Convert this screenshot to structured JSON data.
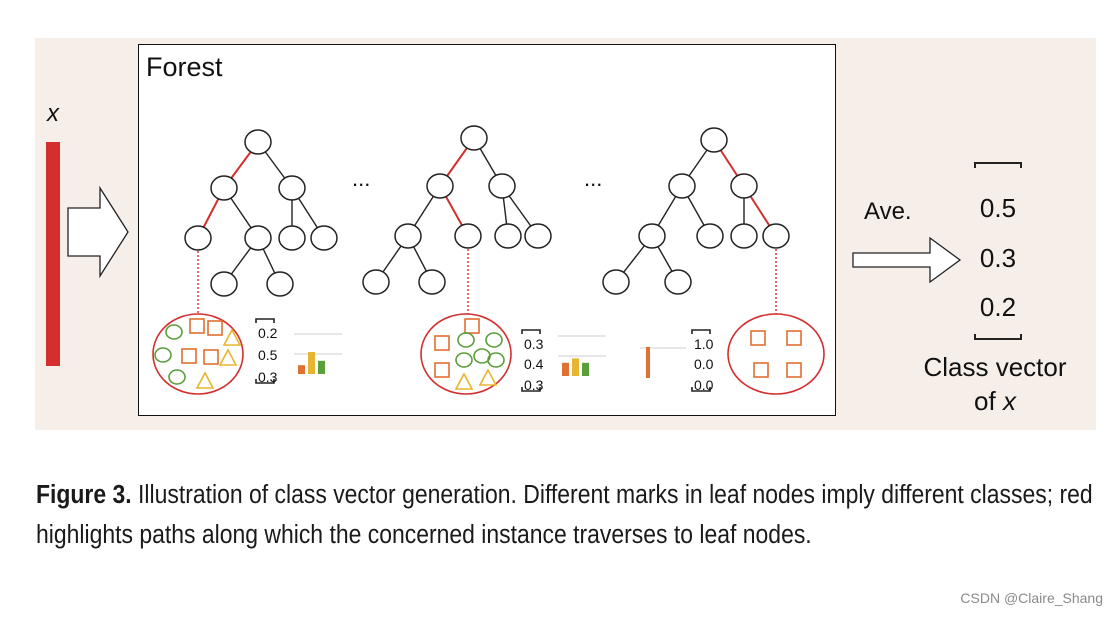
{
  "panel": {
    "forest_label": "Forest",
    "input_label": "x",
    "ellipsis": "...",
    "ave_label": "Ave.",
    "class_vector": [
      "0.5",
      "0.3",
      "0.2"
    ],
    "class_vector_label": "Class vector",
    "class_vector_of": "of",
    "class_vector_var": "x"
  },
  "trees": [
    {
      "leaf_vector": [
        "0.2",
        "0.5",
        "0.3"
      ]
    },
    {
      "leaf_vector": [
        "0.3",
        "0.4",
        "0.3"
      ]
    },
    {
      "leaf_vector": [
        "1.0",
        "0.0",
        "0.0"
      ]
    }
  ],
  "colors": {
    "path_highlight": "#d32f2f",
    "input_bar": "#d32f2f",
    "class_circle": "#5a9e3a",
    "class_square": "#e07030",
    "class_triangle": "#e8b530",
    "panel_bg": "#f6efe9"
  },
  "caption": {
    "label": "Figure 3.",
    "text": "Illustration of class vector generation. Different marks in leaf nodes imply different classes; red highlights paths along which the concerned instance traverses to leaf nodes."
  },
  "watermark": "CSDN @Claire_Shang"
}
